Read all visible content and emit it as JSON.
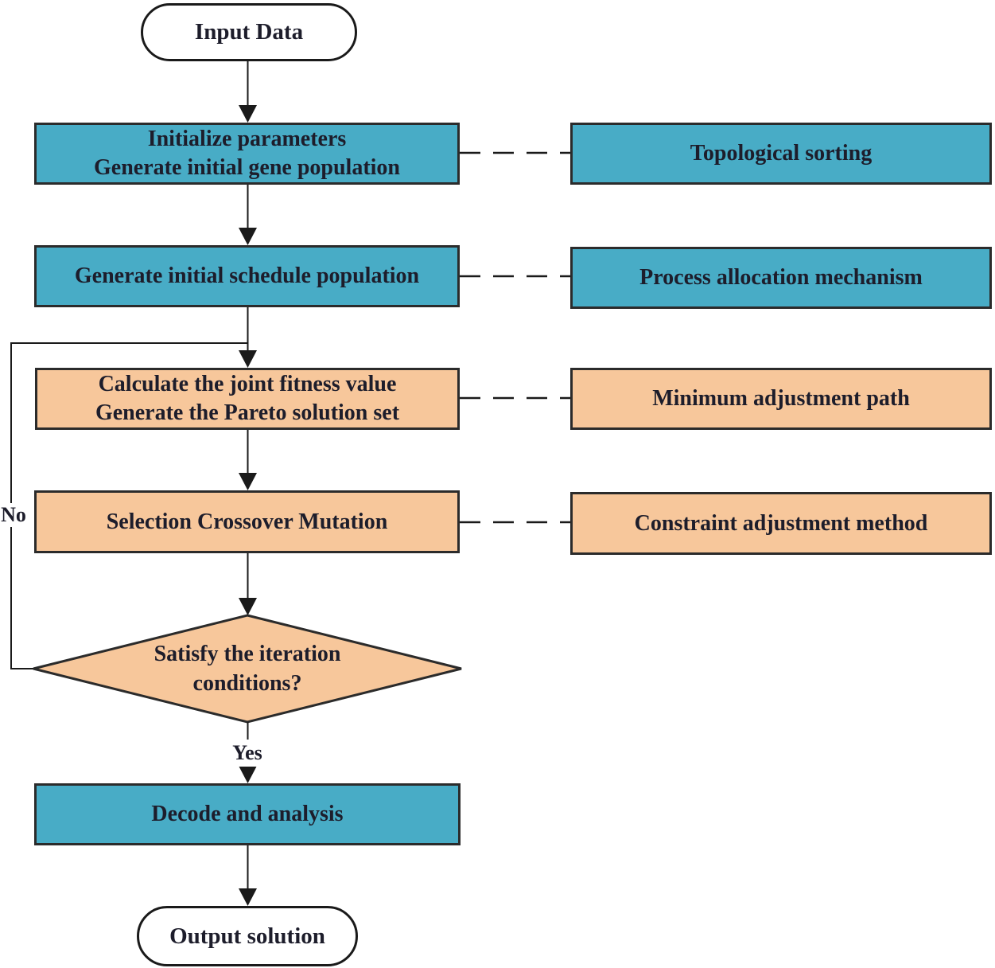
{
  "diagram": {
    "nodes": {
      "input": {
        "label": "Input Data"
      },
      "initialize": {
        "line1": "Initialize parameters",
        "line2": "Generate initial gene population"
      },
      "topological": {
        "label": "Topological sorting"
      },
      "schedule": {
        "label": "Generate initial schedule population"
      },
      "process_allocation": {
        "label": "Process allocation mechanism"
      },
      "fitness": {
        "line1": "Calculate the joint fitness value",
        "line2": "Generate the Pareto solution set"
      },
      "minimum_path": {
        "label": "Minimum adjustment path"
      },
      "selection": {
        "label": "Selection Crossover Mutation"
      },
      "constraint": {
        "label": "Constraint adjustment method"
      },
      "decision": {
        "line1": "Satisfy the iteration",
        "line2": "conditions?"
      },
      "decode": {
        "label": "Decode and analysis"
      },
      "output": {
        "label": "Output solution"
      }
    },
    "edge_labels": {
      "yes": "Yes",
      "no": "No"
    },
    "colors": {
      "process_teal": "#48ACC6",
      "process_orange": "#F7C79B",
      "node_border": "#2B2B2B",
      "text": "#1D1D2B",
      "line": "#1A1A1A",
      "background": "#FFFFFF"
    }
  }
}
